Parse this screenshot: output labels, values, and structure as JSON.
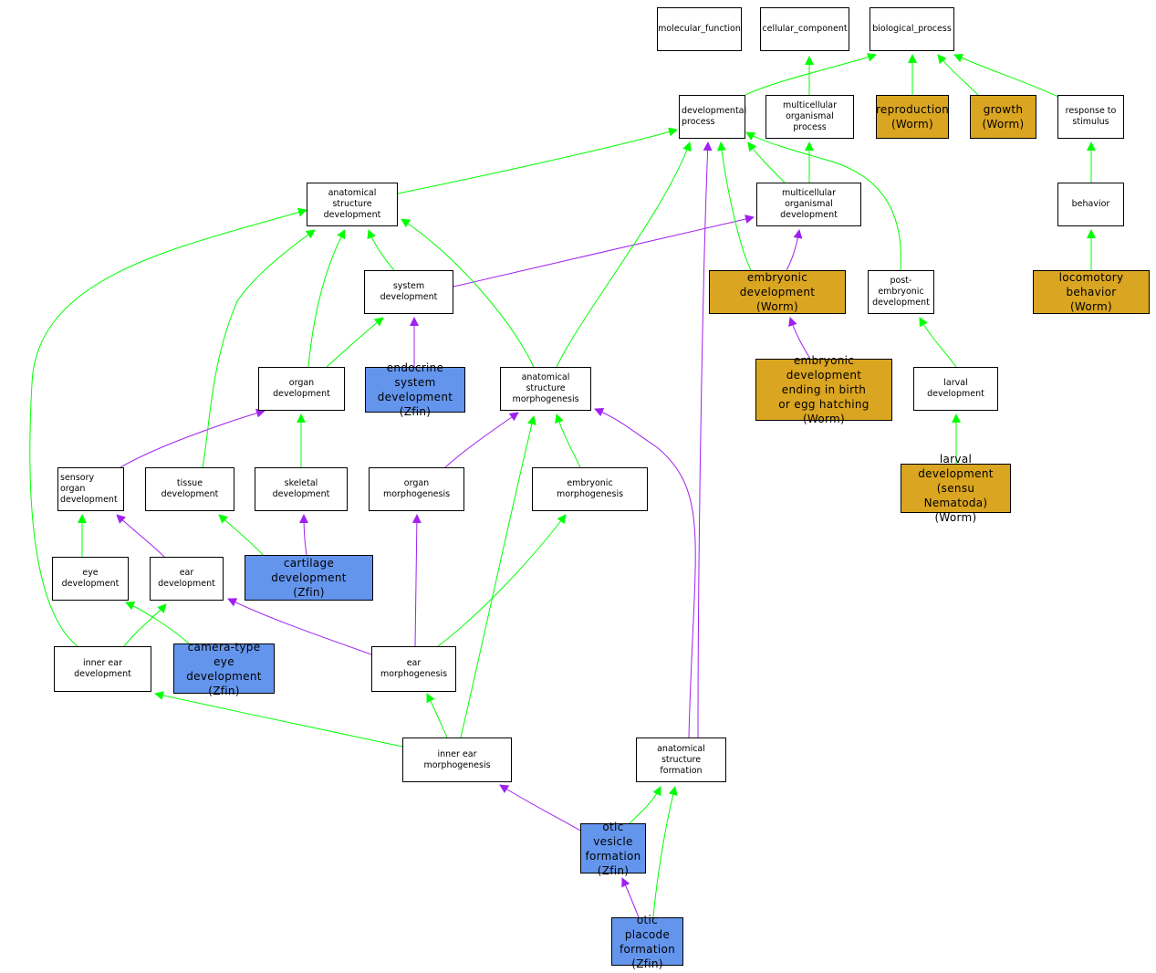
{
  "colors": {
    "is_a_edge": "#00ff00",
    "part_of_edge": "#a020f0",
    "worm_node": "#DAA520",
    "zfin_node": "#6495ED",
    "plain_node": "#ffffff"
  },
  "nodes": {
    "molecular_function": {
      "label": "molecular_function",
      "kind": "plain"
    },
    "cellular_component": {
      "label": "cellular_component",
      "kind": "plain"
    },
    "biological_process": {
      "label": "biological_process",
      "kind": "plain"
    },
    "developmental_process": {
      "label": "developmental\nprocess",
      "kind": "plain"
    },
    "multicellular_organismal_process": {
      "label": "multicellular\norganismal process",
      "kind": "plain"
    },
    "reproduction": {
      "label": "reproduction\n(Worm)",
      "kind": "worm"
    },
    "growth": {
      "label": "growth\n(Worm)",
      "kind": "worm"
    },
    "response_to_stimulus": {
      "label": "response to\nstimulus",
      "kind": "plain"
    },
    "anatomical_structure_development": {
      "label": "anatomical structure\ndevelopment",
      "kind": "plain"
    },
    "multicellular_organismal_development": {
      "label": "multicellular\norganismal development",
      "kind": "plain"
    },
    "behavior": {
      "label": "behavior",
      "kind": "plain"
    },
    "system_development": {
      "label": "system development",
      "kind": "plain"
    },
    "embryonic_development": {
      "label": "embryonic development\n(Worm)",
      "kind": "worm"
    },
    "post_embryonic_development": {
      "label": "post-embryonic\ndevelopment",
      "kind": "plain"
    },
    "locomotory_behavior": {
      "label": "locomotory behavior\n(Worm)",
      "kind": "worm"
    },
    "organ_development": {
      "label": "organ development",
      "kind": "plain"
    },
    "endocrine_system_development": {
      "label": "endocrine system\ndevelopment\n(Zfin)",
      "kind": "zfin"
    },
    "anatomical_structure_morphogenesis": {
      "label": "anatomical structure\nmorphogenesis",
      "kind": "plain"
    },
    "embryonic_development_ending": {
      "label": "embryonic development\nending in birth\nor egg hatching\n(Worm)",
      "kind": "worm"
    },
    "larval_development": {
      "label": "larval development",
      "kind": "plain"
    },
    "sensory_organ_development": {
      "label": "sensory organ\ndevelopment",
      "kind": "plain"
    },
    "tissue_development": {
      "label": "tissue development",
      "kind": "plain"
    },
    "skeletal_development": {
      "label": "skeletal development",
      "kind": "plain"
    },
    "organ_morphogenesis": {
      "label": "organ morphogenesis",
      "kind": "plain"
    },
    "embryonic_morphogenesis": {
      "label": "embryonic morphogenesis",
      "kind": "plain"
    },
    "larval_development_nematoda": {
      "label": "larval development\n(sensu Nematoda)\n(Worm)",
      "kind": "worm"
    },
    "eye_development": {
      "label": "eye development",
      "kind": "plain"
    },
    "ear_development": {
      "label": "ear development",
      "kind": "plain"
    },
    "cartilage_development": {
      "label": "cartilage development\n(Zfin)",
      "kind": "zfin"
    },
    "inner_ear_development": {
      "label": "inner ear development",
      "kind": "plain"
    },
    "camera_type_eye_development": {
      "label": "camera-type\neye development\n(Zfin)",
      "kind": "zfin"
    },
    "ear_morphogenesis": {
      "label": "ear morphogenesis",
      "kind": "plain"
    },
    "inner_ear_morphogenesis": {
      "label": "inner ear morphogenesis",
      "kind": "plain"
    },
    "anatomical_structure_formation": {
      "label": "anatomical structure\nformation",
      "kind": "plain"
    },
    "otic_vesicle_formation": {
      "label": "otic vesicle\nformation\n(Zfin)",
      "kind": "zfin"
    },
    "otic_placode_formation": {
      "label": "otic placode\nformation\n(Zfin)",
      "kind": "zfin"
    }
  },
  "edges": [
    {
      "from": "developmental_process",
      "to": "biological_process",
      "type": "is_a"
    },
    {
      "from": "multicellular_organismal_process",
      "to": "biological_process",
      "type": "is_a"
    },
    {
      "from": "reproduction",
      "to": "biological_process",
      "type": "is_a"
    },
    {
      "from": "growth",
      "to": "biological_process",
      "type": "is_a"
    },
    {
      "from": "response_to_stimulus",
      "to": "biological_process",
      "type": "is_a"
    },
    {
      "from": "anatomical_structure_development",
      "to": "developmental_process",
      "type": "is_a"
    },
    {
      "from": "multicellular_organismal_development",
      "to": "developmental_process",
      "type": "is_a"
    },
    {
      "from": "multicellular_organismal_development",
      "to": "multicellular_organismal_process",
      "type": "is_a"
    },
    {
      "from": "behavior",
      "to": "response_to_stimulus",
      "type": "is_a"
    },
    {
      "from": "locomotory_behavior",
      "to": "behavior",
      "type": "is_a"
    },
    {
      "from": "system_development",
      "to": "anatomical_structure_development",
      "type": "is_a"
    },
    {
      "from": "system_development",
      "to": "multicellular_organismal_development",
      "type": "part_of"
    },
    {
      "from": "embryonic_development",
      "to": "developmental_process",
      "type": "is_a"
    },
    {
      "from": "embryonic_development",
      "to": "multicellular_organismal_development",
      "type": "part_of"
    },
    {
      "from": "post_embryonic_development",
      "to": "developmental_process",
      "type": "is_a"
    },
    {
      "from": "post_embryonic_development",
      "to": "multicellular_organismal_development",
      "type": "part_of"
    },
    {
      "from": "embryonic_development_ending",
      "to": "embryonic_development",
      "type": "is_a"
    },
    {
      "from": "larval_development",
      "to": "post_embryonic_development",
      "type": "is_a"
    },
    {
      "from": "larval_development_nematoda",
      "to": "larval_development",
      "type": "is_a"
    },
    {
      "from": "organ_development",
      "to": "anatomical_structure_development",
      "type": "is_a"
    },
    {
      "from": "organ_development",
      "to": "system_development",
      "type": "part_of"
    },
    {
      "from": "endocrine_system_development",
      "to": "system_development",
      "type": "is_a"
    },
    {
      "from": "anatomical_structure_morphogenesis",
      "to": "developmental_process",
      "type": "is_a"
    },
    {
      "from": "anatomical_structure_morphogenesis",
      "to": "anatomical_structure_development",
      "type": "part_of"
    },
    {
      "from": "sensory_organ_development",
      "to": "organ_development",
      "type": "is_a"
    },
    {
      "from": "tissue_development",
      "to": "anatomical_structure_development",
      "type": "is_a"
    },
    {
      "from": "tissue_development",
      "to": "organ_development",
      "type": "part_of"
    },
    {
      "from": "skeletal_development",
      "to": "organ_development",
      "type": "is_a"
    },
    {
      "from": "organ_morphogenesis",
      "to": "anatomical_structure_morphogenesis",
      "type": "is_a"
    },
    {
      "from": "organ_morphogenesis",
      "to": "organ_development",
      "type": "part_of"
    },
    {
      "from": "embryonic_morphogenesis",
      "to": "anatomical_structure_morphogenesis",
      "type": "is_a"
    },
    {
      "from": "embryonic_morphogenesis",
      "to": "embryonic_development",
      "type": "part_of"
    },
    {
      "from": "eye_development",
      "to": "sensory_organ_development",
      "type": "is_a"
    },
    {
      "from": "ear_development",
      "to": "sensory_organ_development",
      "type": "is_a"
    },
    {
      "from": "cartilage_development",
      "to": "tissue_development",
      "type": "is_a"
    },
    {
      "from": "cartilage_development",
      "to": "skeletal_development",
      "type": "part_of"
    },
    {
      "from": "inner_ear_development",
      "to": "anatomical_structure_development",
      "type": "is_a"
    },
    {
      "from": "inner_ear_development",
      "to": "ear_development",
      "type": "part_of"
    },
    {
      "from": "camera_type_eye_development",
      "to": "eye_development",
      "type": "is_a"
    },
    {
      "from": "ear_morphogenesis",
      "to": "organ_morphogenesis",
      "type": "is_a"
    },
    {
      "from": "ear_morphogenesis",
      "to": "embryonic_morphogenesis",
      "type": "is_a"
    },
    {
      "from": "ear_morphogenesis",
      "to": "ear_development",
      "type": "part_of"
    },
    {
      "from": "inner_ear_morphogenesis",
      "to": "ear_morphogenesis",
      "type": "part_of"
    },
    {
      "from": "inner_ear_morphogenesis",
      "to": "anatomical_structure_morphogenesis",
      "type": "is_a"
    },
    {
      "from": "inner_ear_morphogenesis",
      "to": "inner_ear_development",
      "type": "part_of"
    },
    {
      "from": "anatomical_structure_formation",
      "to": "developmental_process",
      "type": "is_a"
    },
    {
      "from": "anatomical_structure_formation",
      "to": "anatomical_structure_morphogenesis",
      "type": "part_of"
    },
    {
      "from": "otic_vesicle_formation",
      "to": "anatomical_structure_formation",
      "type": "is_a"
    },
    {
      "from": "otic_vesicle_formation",
      "to": "inner_ear_morphogenesis",
      "type": "part_of"
    },
    {
      "from": "otic_placode_formation",
      "to": "anatomical_structure_formation",
      "type": "is_a"
    },
    {
      "from": "otic_placode_formation",
      "to": "otic_vesicle_formation",
      "type": "part_of"
    }
  ]
}
